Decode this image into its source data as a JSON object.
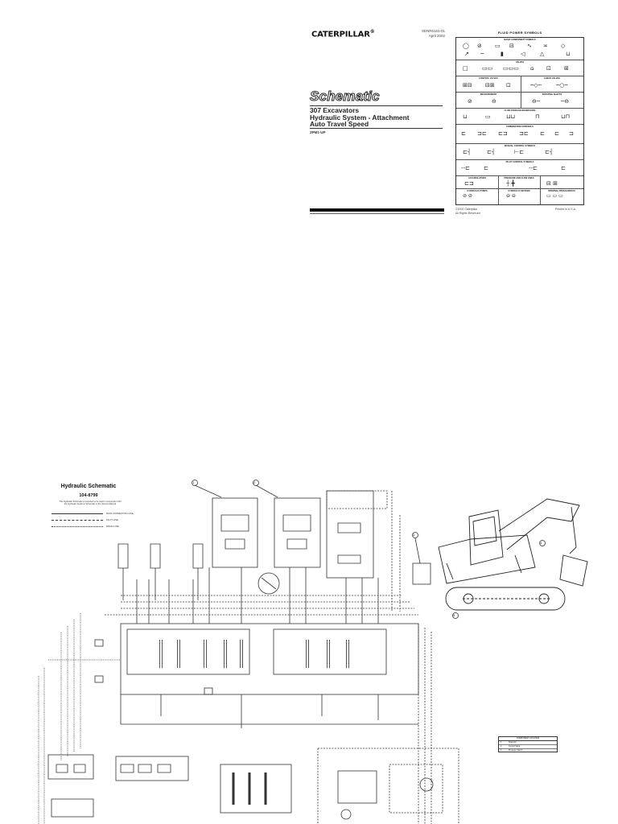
{
  "cover": {
    "brand": "CATERPILLAR",
    "brand_mark": "®",
    "doc_number": "SENR5161-01",
    "doc_date": "April 2002",
    "doc_type": "Schematic",
    "title_lines": [
      "307 Excavators",
      "Hydraulic System - Attachment",
      "Auto Travel Speed"
    ],
    "serial_prefix": "2PM1-UP"
  },
  "symbols_chart": {
    "title": "FLUID POWER SYMBOLS",
    "sections": [
      "BASIC COMPONENT SYMBOLS",
      "VALVES",
      "CONTROL VALVES",
      "CHECK VALVES",
      "MEASUREMENT",
      "ROTATING SHAFTS",
      "FLUID STORAGE RESERVOIRS",
      "COMBINATION CONTROLS",
      "MANUAL CONTROL SYMBOLS",
      "PILOT CONTROL SYMBOLS",
      "ACCUMULATORS",
      "PRESSURE AND FLOW LINES",
      "HYDRAULIC PUMPS",
      "HYDRAULIC MOTORS",
      "INTERNAL PASSAGEWAYS"
    ],
    "copyright": [
      "©2002 Caterpillar",
      "All Rights Reserved"
    ],
    "printed": "Printed in U.S.A."
  },
  "schematic": {
    "title": "Hydraulic Schematic",
    "number": "104-8799",
    "note": "This Hydraulic Schematic is intended to be used in conjunction with the Hydraulic Systems Schematic in the Service Manual",
    "legend": [
      {
        "label": "MAIN CONNECTION LINE",
        "style": "solid"
      },
      {
        "label": "PILOT LINE",
        "style": "dashed"
      },
      {
        "label": "DRAIN LINE",
        "style": "dotted"
      }
    ],
    "callouts": [
      "1",
      "2",
      "3",
      "4",
      "5"
    ],
    "table": {
      "header": "COMPONENT LOCATION",
      "rows": [
        {
          "id": "1",
          "name": "Solenoid"
        },
        {
          "id": "2",
          "name": "Control Valve"
        },
        {
          "id": "3",
          "name": "Pressure Switch"
        }
      ]
    }
  },
  "colors": {
    "ink": "#111111",
    "line": "#333333",
    "paper": "#ffffff"
  }
}
